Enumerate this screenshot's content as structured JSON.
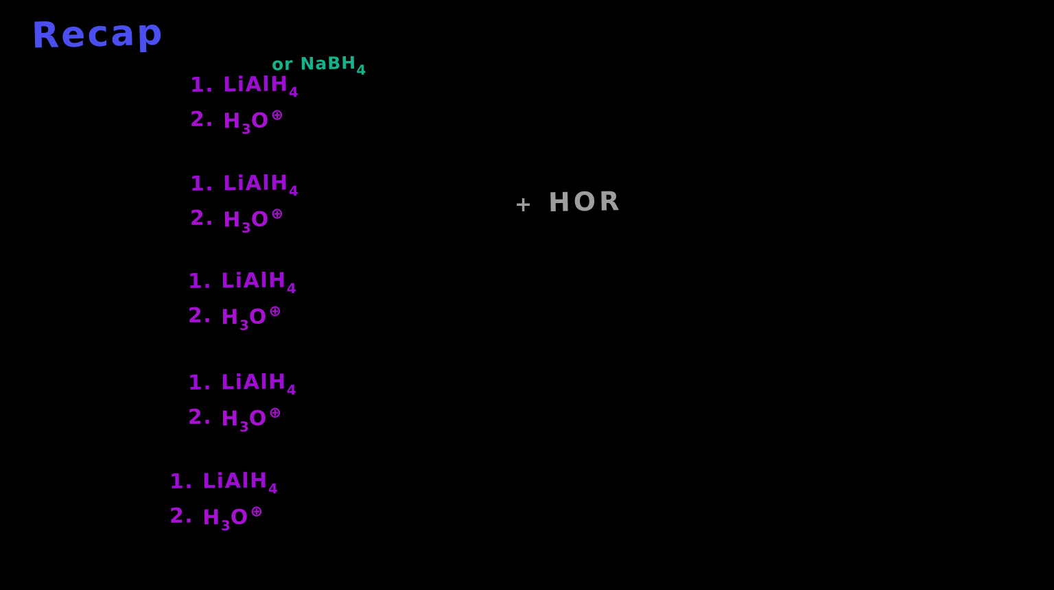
{
  "colors": {
    "background": "#000000",
    "title_blue": "#4b4ff0",
    "teal": "#15b28b",
    "purple": "#9d0dd3",
    "magenta": "#a711d2",
    "gray": "#9e9e9e"
  },
  "title": "Recap",
  "alt_reagent": {
    "prefix": "or",
    "formula_main": "NaBH",
    "formula_sub": "4"
  },
  "reagent_steps": [
    {
      "step1_num": "1.",
      "step1_formula": "LiAlH",
      "step1_sub": "4",
      "step2_num": "2.",
      "step2_h": "H",
      "step2_sub": "3",
      "step2_o": "O",
      "step2_charge": "⊕"
    },
    {
      "step1_num": "1.",
      "step1_formula": "LiAlH",
      "step1_sub": "4",
      "step2_num": "2.",
      "step2_h": "H",
      "step2_sub": "3",
      "step2_o": "O",
      "step2_charge": "⊕"
    },
    {
      "step1_num": "1.",
      "step1_formula": "LiAlH",
      "step1_sub": "4",
      "step2_num": "2.",
      "step2_h": "H",
      "step2_sub": "3",
      "step2_o": "O",
      "step2_charge": "⊕"
    },
    {
      "step1_num": "1.",
      "step1_formula": "LiAlH",
      "step1_sub": "4",
      "step2_num": "2.",
      "step2_h": "H",
      "step2_sub": "3",
      "step2_o": "O",
      "step2_charge": "⊕"
    },
    {
      "step1_num": "1.",
      "step1_formula": "LiAlH",
      "step1_sub": "4",
      "step2_num": "2.",
      "step2_h": "H",
      "step2_sub": "3",
      "step2_o": "O",
      "step2_charge": "⊕"
    }
  ],
  "byproduct": {
    "plus": "+",
    "formula": "HOR"
  }
}
